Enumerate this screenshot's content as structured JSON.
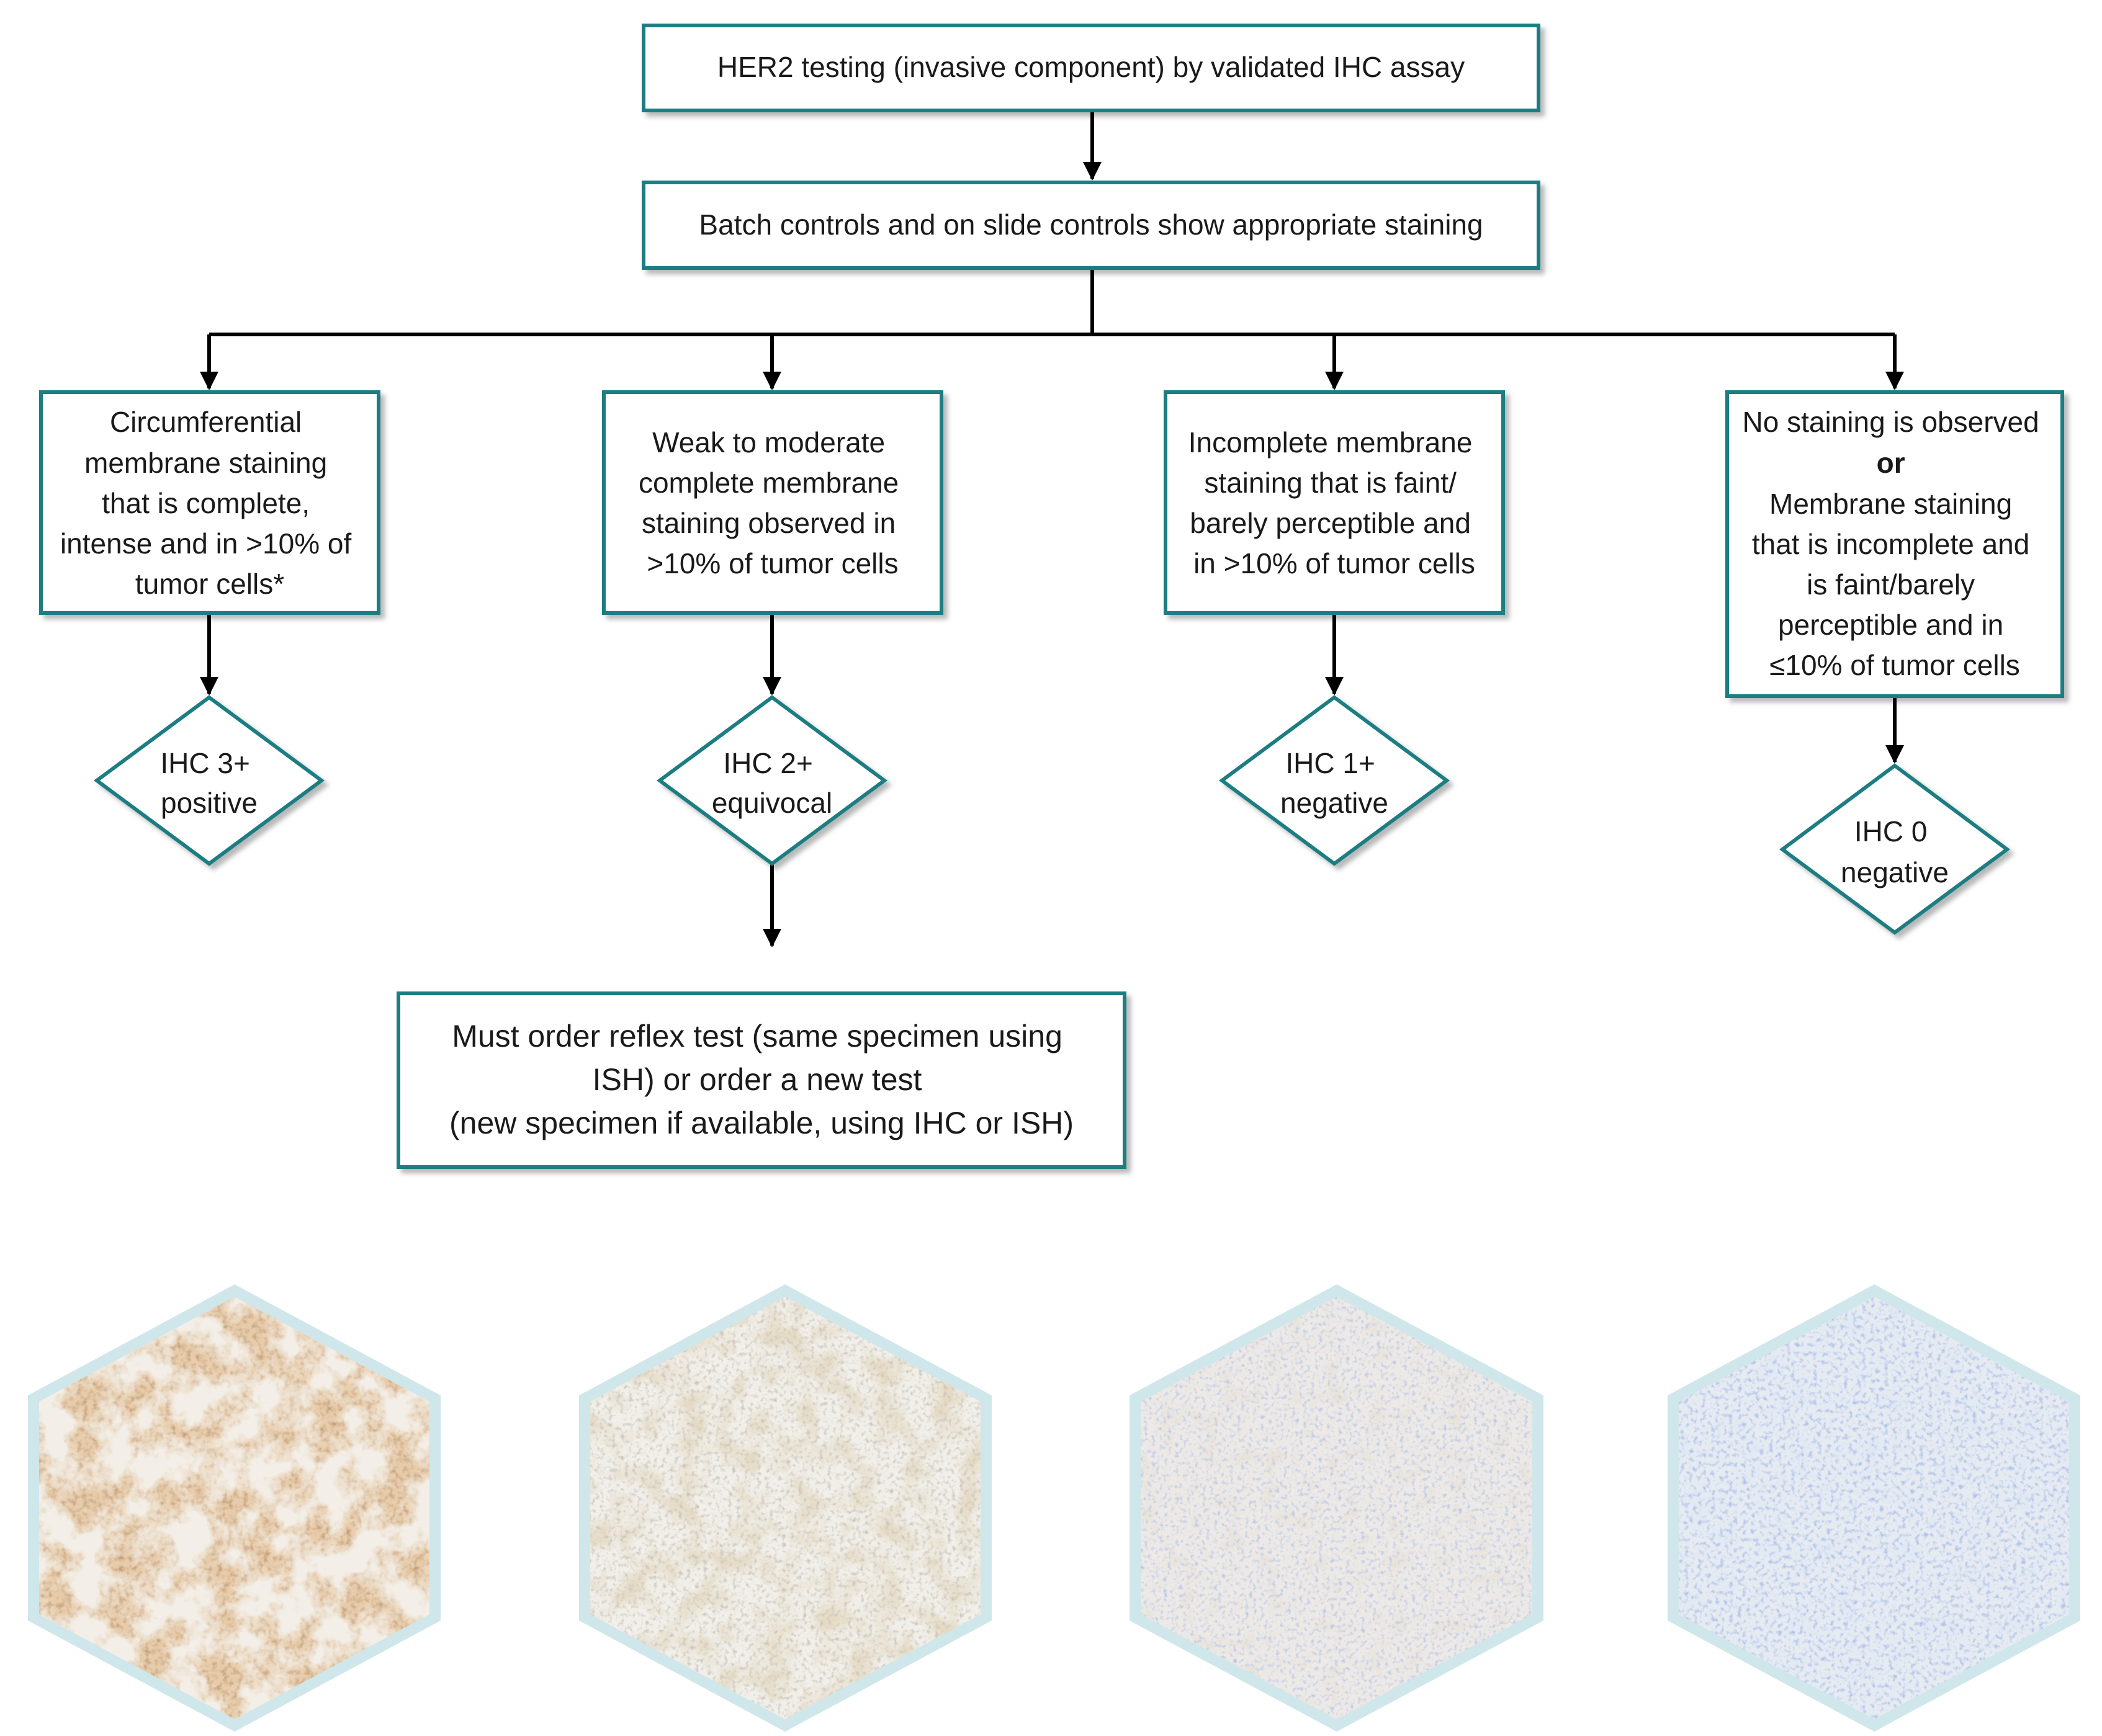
{
  "diagram": {
    "nodes": {
      "start": {
        "lines": [
          "HER2 testing (invasive component) by validated IHC assay"
        ]
      },
      "controls": {
        "lines": [
          "Batch controls and on slide controls show appropriate staining"
        ]
      },
      "crit3": {
        "lines": [
          "Circumferential",
          "membrane staining",
          "that is complete,",
          "intense and in >10% of",
          "tumor cells*"
        ]
      },
      "crit2": {
        "lines": [
          "Weak to moderate",
          "complete membrane",
          "staining observed in",
          ">10% of tumor cells"
        ]
      },
      "crit1": {
        "lines": [
          "Incomplete membrane",
          "staining that is faint/",
          "barely perceptible and",
          "in >10% of tumor cells"
        ]
      },
      "crit0": {
        "lines": [
          "No staining is observed",
          "or",
          "Membrane staining",
          "that is incomplete and",
          "is faint/barely",
          "perceptible and in",
          "≤10% of tumor cells"
        ],
        "bold_line_index": 1
      },
      "res3": {
        "lines": [
          "IHC 3+",
          "positive"
        ]
      },
      "res2": {
        "lines": [
          "IHC 2+",
          "equivocal"
        ]
      },
      "res1": {
        "lines": [
          "IHC 1+",
          "negative"
        ]
      },
      "res0": {
        "lines": [
          "IHC 0",
          "negative"
        ]
      },
      "reflex": {
        "lines": [
          "Must order reflex test (same specimen using",
          "ISH) or order a new test",
          "(new specimen if available, using IHC or ISH)"
        ]
      }
    },
    "edges": [
      [
        "start",
        "controls"
      ],
      [
        "controls",
        "crit3"
      ],
      [
        "controls",
        "crit2"
      ],
      [
        "controls",
        "crit1"
      ],
      [
        "controls",
        "crit0"
      ],
      [
        "crit3",
        "res3"
      ],
      [
        "crit2",
        "res2"
      ],
      [
        "crit1",
        "res1"
      ],
      [
        "crit0",
        "res0"
      ],
      [
        "res2",
        "reflex"
      ]
    ],
    "images": [
      {
        "name": "ihc-3plus-micrograph",
        "stain": "strong-brown"
      },
      {
        "name": "ihc-2plus-micrograph",
        "stain": "moderate-brown"
      },
      {
        "name": "ihc-1plus-micrograph",
        "stain": "faint"
      },
      {
        "name": "ihc-0-micrograph",
        "stain": "none"
      }
    ]
  },
  "colors": {
    "box_border": "#1e7d82",
    "arrow": "#000000",
    "hex_frame": "#cfe7ea",
    "brown_stain": "#b98a52",
    "blue_counterstain": "#7f95c4"
  }
}
